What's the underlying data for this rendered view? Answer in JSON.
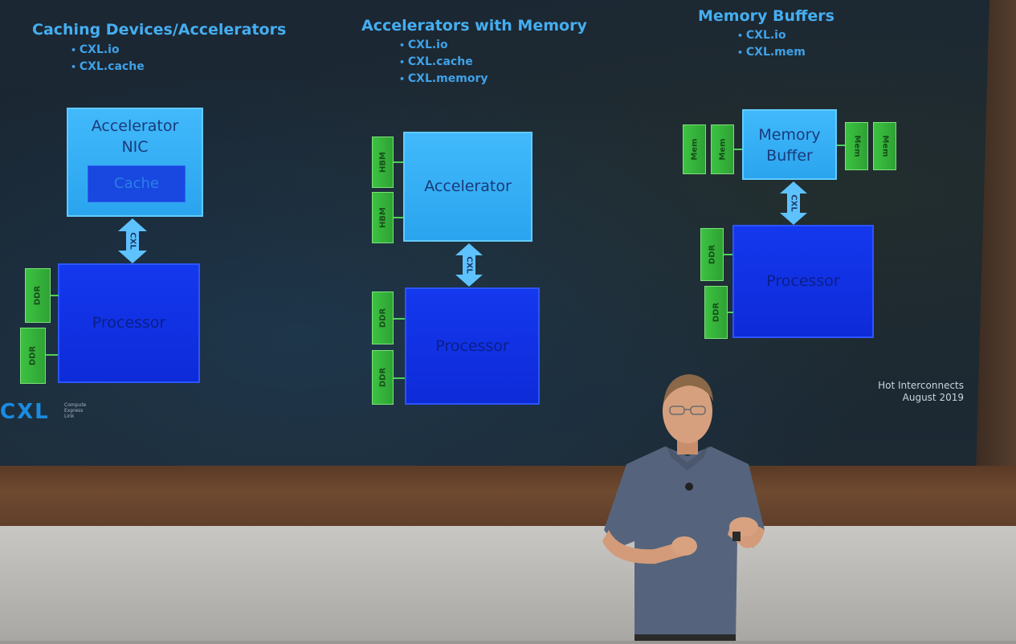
{
  "slide": {
    "columns": [
      {
        "title": "Caching Devices/Accelerators",
        "bullets": [
          "CXL.io",
          "CXL.cache"
        ],
        "top_box": {
          "line1": "Accelerator",
          "line2": "NIC",
          "inner": "Cache"
        },
        "link": "CXL",
        "processor": "Processor",
        "modules": [
          "DDR",
          "DDR"
        ]
      },
      {
        "title": "Accelerators with Memory",
        "bullets": [
          "CXL.io",
          "CXL.cache",
          "CXL.memory"
        ],
        "top_box": {
          "line1": "Accelerator"
        },
        "top_modules": [
          "HBM",
          "HBM"
        ],
        "link": "CXL",
        "processor": "Processor",
        "modules": [
          "DDR",
          "DDR"
        ]
      },
      {
        "title": "Memory Buffers",
        "bullets": [
          "CXL.io",
          "CXL.mem"
        ],
        "top_box": {
          "line1": "Memory",
          "line2": "Buffer"
        },
        "top_modules": [
          "Mem",
          "Mem",
          "Mem",
          "Mem"
        ],
        "link": "CXL",
        "processor": "Processor",
        "modules": [
          "DDR",
          "DDR"
        ]
      }
    ],
    "logo": {
      "text": "CXL",
      "sub": [
        "Compute",
        "Express",
        "Link"
      ]
    },
    "footer": {
      "line1": "Hot Interconnects",
      "line2": "August 2019"
    }
  },
  "colors": {
    "slide_bg": "#1b2733",
    "light_block": "#2aa4ee",
    "dark_block": "#0e2bd8",
    "memory_module": "#3cc241",
    "title_text": "#45aef0"
  }
}
